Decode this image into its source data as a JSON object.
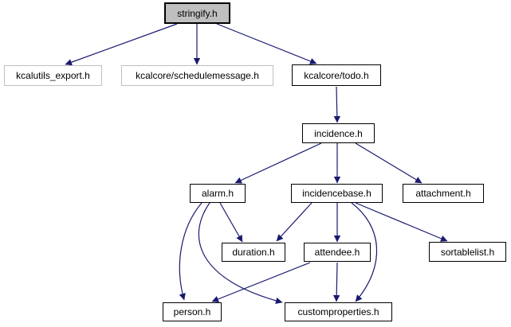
{
  "diagram": {
    "type": "include-dependency-graph",
    "root": "stringify.h",
    "nodes": [
      {
        "id": "stringify",
        "label": "stringify.h",
        "kind": "root"
      },
      {
        "id": "kcalutils-export",
        "label": "kcalutils_export.h",
        "kind": "plain"
      },
      {
        "id": "schedulemessage",
        "label": "kcalcore/schedulemessage.h",
        "kind": "plain"
      },
      {
        "id": "todo",
        "label": "kcalcore/todo.h",
        "kind": "linked"
      },
      {
        "id": "incidence",
        "label": "incidence.h",
        "kind": "linked"
      },
      {
        "id": "alarm",
        "label": "alarm.h",
        "kind": "linked"
      },
      {
        "id": "incidencebase",
        "label": "incidencebase.h",
        "kind": "linked"
      },
      {
        "id": "attachment",
        "label": "attachment.h",
        "kind": "linked"
      },
      {
        "id": "duration",
        "label": "duration.h",
        "kind": "linked"
      },
      {
        "id": "attendee",
        "label": "attendee.h",
        "kind": "linked"
      },
      {
        "id": "sortablelist",
        "label": "sortablelist.h",
        "kind": "linked"
      },
      {
        "id": "person",
        "label": "person.h",
        "kind": "linked"
      },
      {
        "id": "customproperties",
        "label": "customproperties.h",
        "kind": "linked"
      }
    ],
    "edges": [
      {
        "from": "stringify.h",
        "to": "kcalutils_export.h"
      },
      {
        "from": "stringify.h",
        "to": "kcalcore/schedulemessage.h"
      },
      {
        "from": "stringify.h",
        "to": "kcalcore/todo.h"
      },
      {
        "from": "kcalcore/todo.h",
        "to": "incidence.h"
      },
      {
        "from": "incidence.h",
        "to": "alarm.h"
      },
      {
        "from": "incidence.h",
        "to": "incidencebase.h"
      },
      {
        "from": "incidence.h",
        "to": "attachment.h"
      },
      {
        "from": "alarm.h",
        "to": "person.h"
      },
      {
        "from": "alarm.h",
        "to": "customproperties.h"
      },
      {
        "from": "alarm.h",
        "to": "duration.h"
      },
      {
        "from": "incidencebase.h",
        "to": "duration.h"
      },
      {
        "from": "incidencebase.h",
        "to": "attendee.h"
      },
      {
        "from": "incidencebase.h",
        "to": "sortablelist.h"
      },
      {
        "from": "incidencebase.h",
        "to": "customproperties.h"
      },
      {
        "from": "attendee.h",
        "to": "person.h"
      },
      {
        "from": "attendee.h",
        "to": "customproperties.h"
      }
    ],
    "colors": {
      "edge": "#191970",
      "root_fill": "#bfbfbf",
      "node_border": "#000000",
      "plain_border": "#c0c0c0",
      "background": "#ffffff",
      "text": "#000000"
    }
  }
}
